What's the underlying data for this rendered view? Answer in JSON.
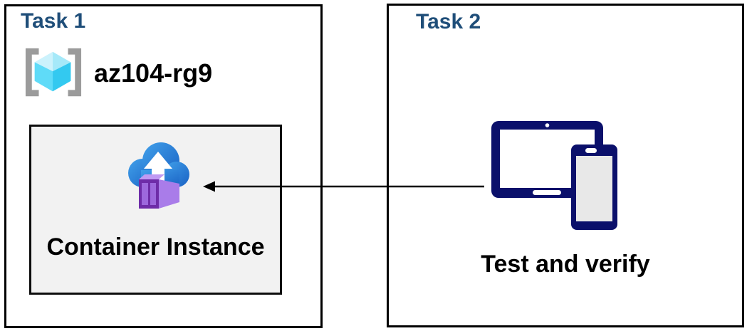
{
  "canvas": {
    "background": "#ffffff"
  },
  "task1": {
    "title": "Task 1",
    "resource_group": {
      "icon": "resource-group-icon",
      "name": "az104-rg9"
    },
    "container_box": {
      "icon": "container-instance-icon",
      "label": "Container Instance"
    }
  },
  "task2": {
    "title": "Task 2",
    "devices": {
      "icon": "devices-icon"
    },
    "label": "Test and verify"
  },
  "connector": {
    "type": "arrow",
    "direction": "right-to-left",
    "from": "devices-icon",
    "to": "container-instance-icon"
  },
  "colors": {
    "title_navy": "#1f4e79",
    "box_border": "#000000",
    "inner_box_bg": "#f2f2f2",
    "device_navy": "#0b106b",
    "cloud_blue_light": "#41a0ea",
    "cloud_blue_dark": "#1a62c4",
    "container_front": "#6e2ca8",
    "container_panel": "#9d68dd",
    "container_side": "#a97ce9",
    "container_top": "#c09af3",
    "cube_top_left": "#ccf2fc",
    "cube_top_right": "#a5e9f9",
    "cube_bottom_left": "#5fdbf8",
    "cube_bottom_right": "#33c9f0",
    "bracket_gray": "#9b9b9b",
    "phone_screen": "#e8e8e8"
  }
}
